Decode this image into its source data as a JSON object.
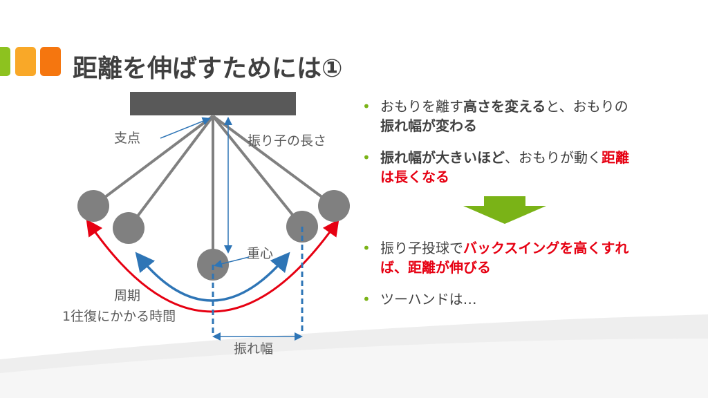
{
  "title": "距離を伸ばすためには①",
  "colors": {
    "green": "#8dc21f",
    "orange1": "#f9a828",
    "orange2": "#f5760f",
    "red": "#e60012",
    "blue": "#2e75b6",
    "gray": "#595959"
  },
  "diagram": {
    "pivot": "支点",
    "length": "振り子の長さ",
    "center": "重心",
    "period": "周期",
    "period_desc": "1往復にかかる時間",
    "amplitude": "振れ幅"
  },
  "bullets": [
    {
      "parts": [
        {
          "t": "おもりを離す"
        },
        {
          "t": "高さを変える",
          "s": "bold"
        },
        {
          "t": "と、おもりの"
        },
        {
          "t": "振れ幅が変わる",
          "s": "bold"
        }
      ]
    },
    {
      "parts": [
        {
          "t": "振れ幅が大きいほど",
          "s": "bold"
        },
        {
          "t": "、おもりが動く"
        },
        {
          "t": "距離は長くなる",
          "s": "red"
        }
      ]
    },
    {
      "parts": [
        {
          "t": "振り子投球で"
        },
        {
          "t": "バックスイングを高くすれば、距離が伸びる",
          "s": "red"
        }
      ]
    },
    {
      "parts": [
        {
          "t": "ツーハンドは…"
        }
      ]
    }
  ]
}
